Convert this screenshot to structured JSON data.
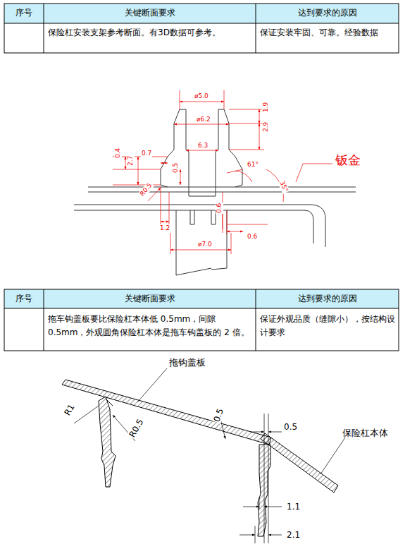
{
  "diagram": {
    "labels": [
      "序号",
      "关键断面要求",
      "达到要求的原因",
      "保险杠安装支架参考断面。有3D数据可参考。",
      "保证安装牢固、可靠。经验数据",
      "ø5.0",
      "ø6.2",
      "1.9",
      "6.3",
      "2.9",
      "0.4",
      "2.7",
      "0.7",
      "0.5",
      "61°",
      "35°",
      "R0.5",
      "钣金",
      "1.2",
      "0.6",
      "0.6",
      "ø7.0",
      "序号",
      "关键断面要求",
      "达到要求的原因",
      "拖车钩盖板要比保险杠本体低 0.5mm，间隙 0.5mm，外观圆角保险杠本体是拖车钩盖板的 2 倍。",
      "保证外观品质（缝隙小），按结构设计要求",
      "拖钩盖板",
      "R1",
      "R0.5",
      "0.5",
      "0.5",
      "保险杠本体",
      "1.1",
      "2.1"
    ]
  }
}
